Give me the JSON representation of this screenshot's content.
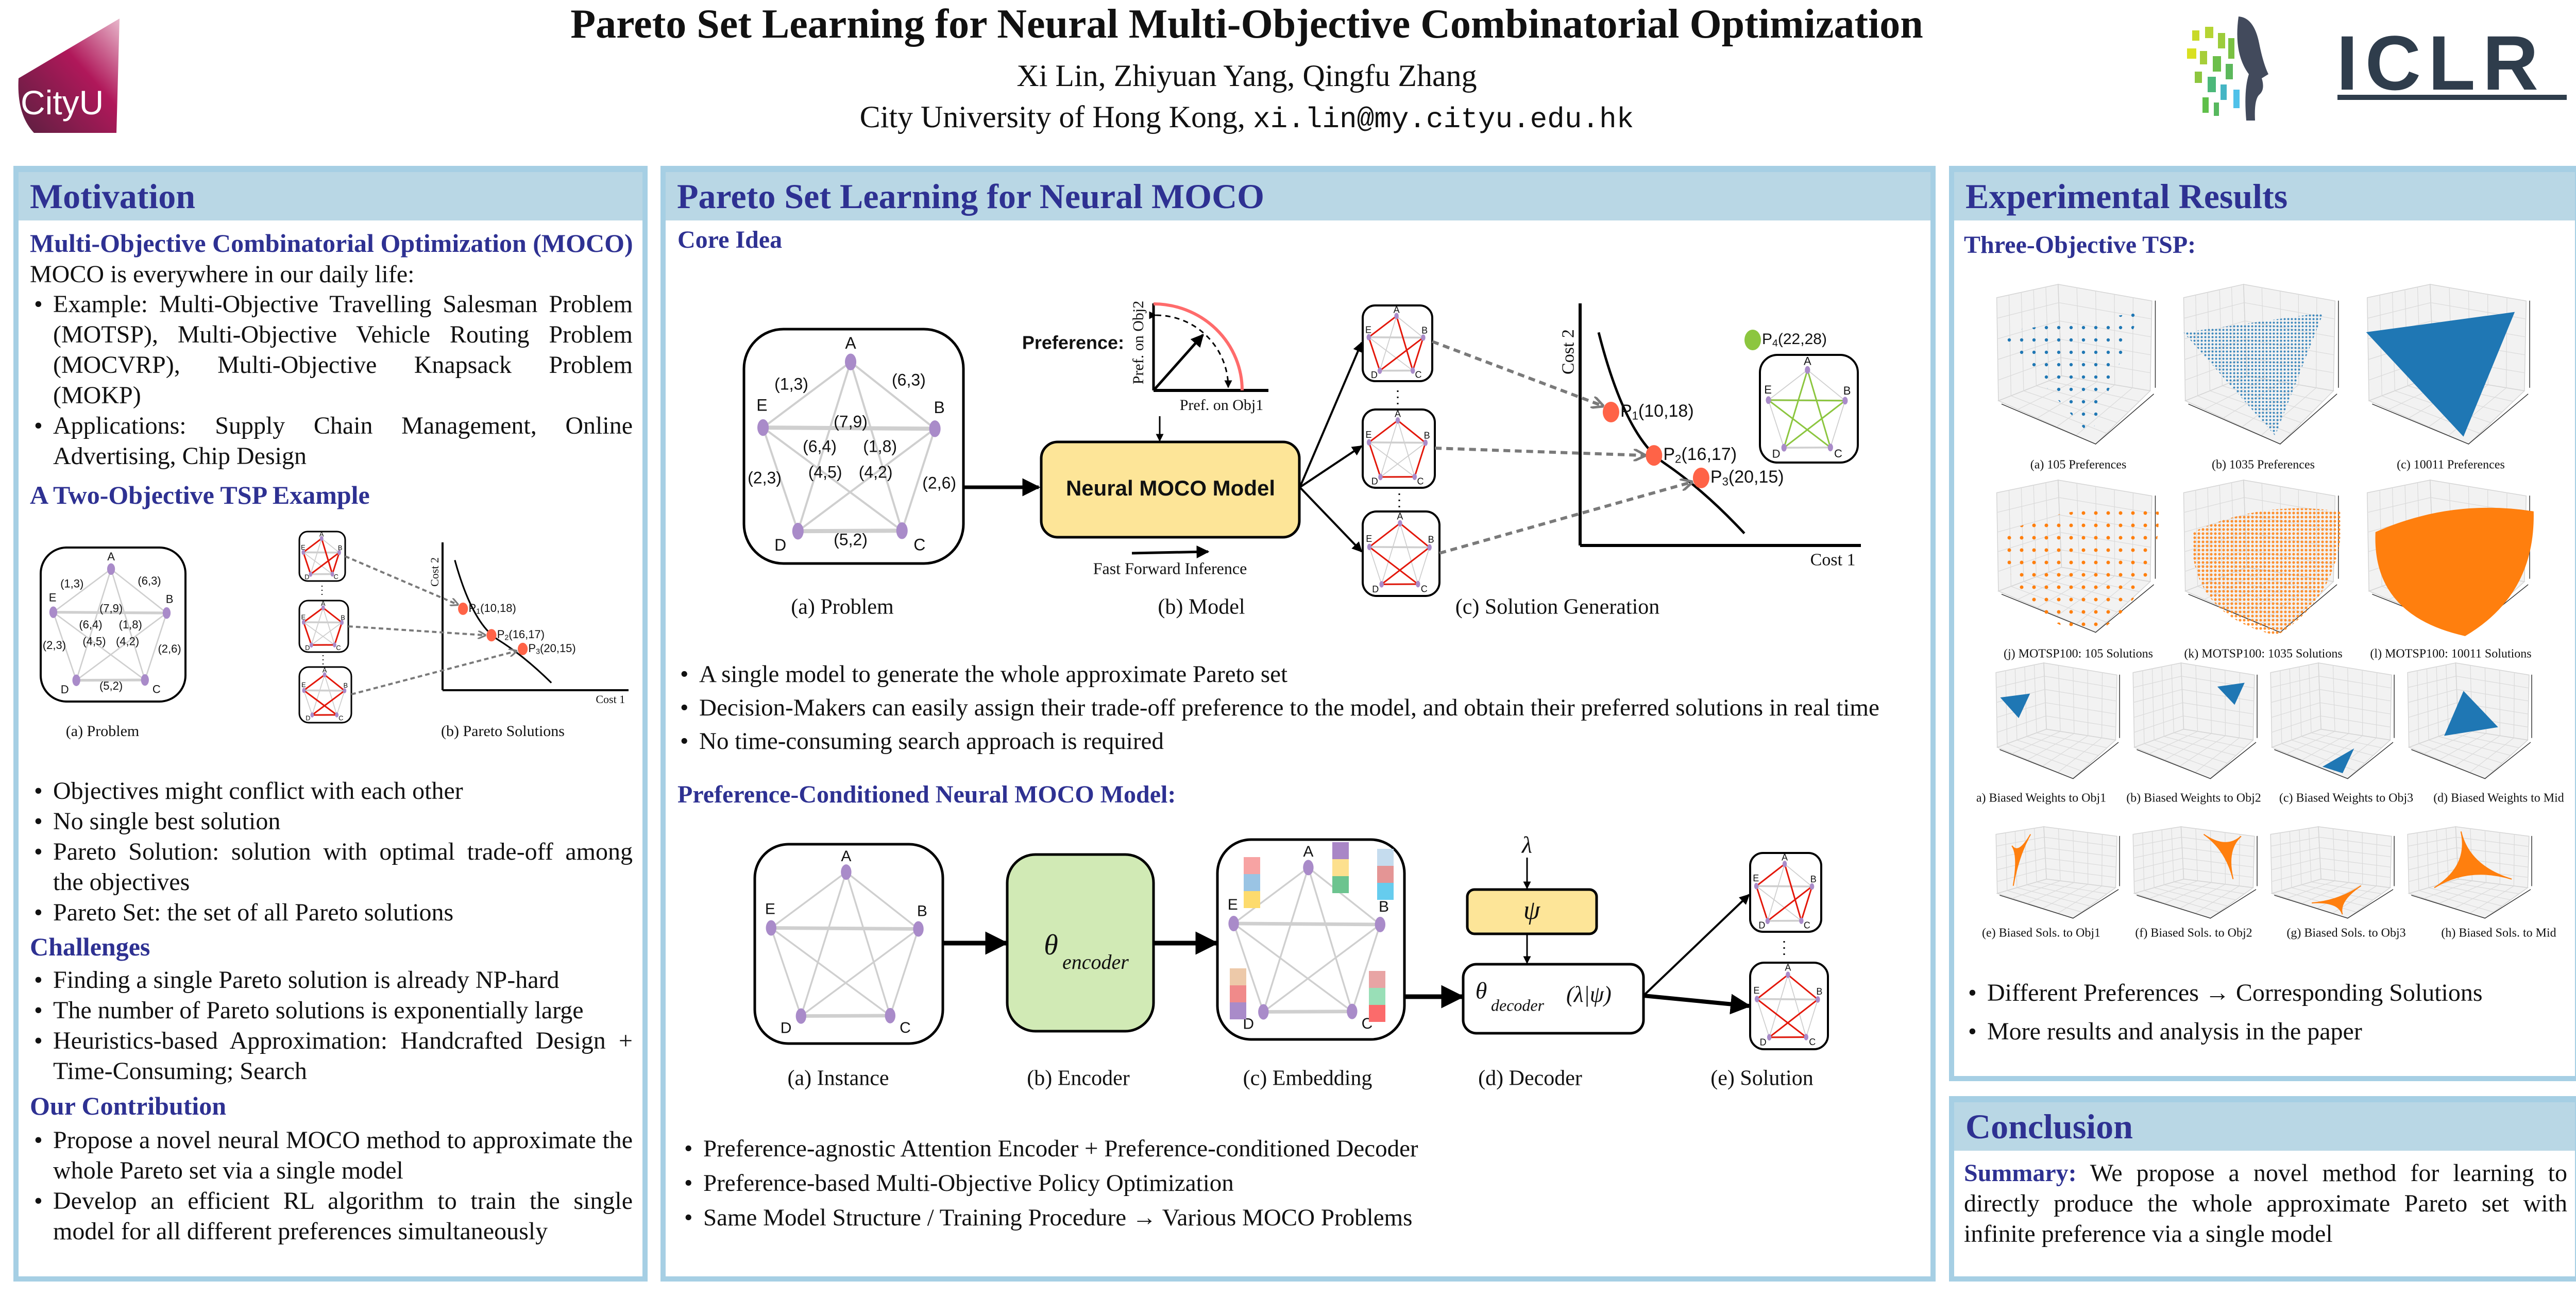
{
  "header": {
    "title": "Pareto Set Learning for Neural Multi-Objective Combinatorial Optimization",
    "authors": "Xi Lin, Zhiyuan Yang, Qingfu Zhang",
    "affiliation": "City University of Hong Kong, ",
    "email": "xi.lin@my.cityu.edu.hk",
    "left_logo": "CityU",
    "right_logo": "ICLR"
  },
  "colors": {
    "heading": "#2e3192",
    "border": "#a6cfe4",
    "band": "#b9d7e5",
    "node": "#a98bc9",
    "tour": "#e3170a",
    "pareto_point": "#ff6347",
    "star_tour": "#8cc63f",
    "model_fill": "#fde598",
    "encoder_fill": "#d1eab5",
    "plot_blue": "#1f77b4",
    "plot_orange": "#ff7f0e"
  },
  "motivation": {
    "title": "Motivation",
    "moco_heading": "Multi-Objective Combinatorial Optimization (MOCO)",
    "moco_intro": "MOCO is everywhere in our daily life:",
    "moco_bullets": [
      "Example: Multi-Objective Travelling Salesman Problem (MOTSP), Multi-Objective Vehicle Routing Problem (MOCVRP), Multi-Objective Knapsack Problem (MOKP)",
      "Applications: Supply Chain Management, Online Advertising, Chip Design"
    ],
    "tsp_heading": "A Two-Objective TSP Example",
    "figure_captions": {
      "problem": "(a) Problem",
      "solutions": "(b) Pareto Solutions"
    },
    "conflict_bullets": [
      "Objectives might conflict with each other",
      "No single best solution",
      "Pareto Solution: solution with optimal trade-off among the objectives",
      "Pareto Set: the set of all Pareto solutions"
    ],
    "challenges_heading": "Challenges",
    "challenges": [
      "Finding a single Pareto solution is already NP-hard",
      "The number of Pareto solutions is exponentially large",
      "Heuristics-based Approximation: Handcrafted Design + Time-Consuming; Search"
    ],
    "contribution_heading": "Our Contribution",
    "contributions": [
      "Propose a novel neural MOCO method to approximate the whole Pareto set via a single model",
      "Develop an efficient RL algorithm to train the single model for all different preferences simultaneously"
    ]
  },
  "tsp": {
    "nodes": [
      "A",
      "B",
      "C",
      "D",
      "E"
    ],
    "edge_labels": [
      {
        "edge": "AE",
        "label": "(1,3)"
      },
      {
        "edge": "AB",
        "label": "(6,3)"
      },
      {
        "edge": "BE",
        "label": "(7,9)"
      },
      {
        "edge": "CE",
        "label": "(6,4)"
      },
      {
        "edge": "BD",
        "label": "(1,8)"
      },
      {
        "edge": "AD",
        "label": "(4,5)"
      },
      {
        "edge": "AC",
        "label": "(4,2)"
      },
      {
        "edge": "DE",
        "label": "(2,3)"
      },
      {
        "edge": "BC",
        "label": "(2,6)"
      },
      {
        "edge": "CD",
        "label": "(5,2)"
      }
    ],
    "pareto_points": [
      {
        "name": "P",
        "sub": "1",
        "coords": "(10,18)"
      },
      {
        "name": "P",
        "sub": "2",
        "coords": "(16,17)"
      },
      {
        "name": "P",
        "sub": "3",
        "coords": "(20,15)"
      }
    ],
    "dominated_point": {
      "name": "P",
      "sub": "4",
      "coords": "(22,28)"
    },
    "x_axis": "Cost 1",
    "y_axis": "Cost 2"
  },
  "method": {
    "title": "Pareto Set Learning for Neural MOCO",
    "core_heading": "Core Idea",
    "preference_label": "Preference:",
    "pref_obj1": "Pref. on Obj1",
    "pref_obj2": "Pref. on Obj2",
    "model_label": "Neural MOCO Model",
    "inference_label": "Fast Forward Inference",
    "core_captions": {
      "problem": "(a) Problem",
      "model": "(b) Model",
      "generation": "(c) Solution Generation"
    },
    "core_bullets": [
      "A single model to generate the whole approximate Pareto set",
      "Decision-Makers can easily assign their trade-off preference to the model, and obtain their preferred solutions in real time",
      "No time-consuming search approach is required"
    ],
    "model_heading": "Preference-Conditioned Neural MOCO Model:",
    "encoder_symbol": "θ",
    "encoder_sub": "encoder",
    "decoder_symbol": "θ",
    "decoder_sub": "decoder",
    "decoder_args": "(λ|ψ)",
    "lambda": "λ",
    "psi": "ψ",
    "model_captions": {
      "instance": "(a) Instance",
      "encoder": "(b) Encoder",
      "embedding": "(c) Embedding",
      "decoder": "(d) Decoder",
      "solution": "(e) Solution"
    },
    "model_bullets": [
      "Preference-agnostic Attention Encoder + Preference-conditioned Decoder",
      "Preference-based Multi-Objective Policy Optimization",
      "Same Model Structure / Training Procedure → Various MOCO Problems"
    ]
  },
  "results": {
    "title": "Experimental Results",
    "heading": "Three-Objective TSP:",
    "plots": [
      {
        "caption": "(a) 105 Preferences",
        "kind": "sparse",
        "shape": "tri",
        "color": "blue"
      },
      {
        "caption": "(b) 1035 Preferences",
        "kind": "dense",
        "shape": "tri",
        "color": "blue"
      },
      {
        "caption": "(c) 10011 Preferences",
        "kind": "solid",
        "shape": "tri",
        "color": "blue"
      },
      {
        "caption": "(j) MOTSP100: 105 Solutions",
        "kind": "sparse",
        "shape": "blob",
        "color": "orange"
      },
      {
        "caption": "(k) MOTSP100: 1035 Solutions",
        "kind": "dense",
        "shape": "blob",
        "color": "orange"
      },
      {
        "caption": "(l) MOTSP100: 10011 Solutions",
        "kind": "solid",
        "shape": "blob",
        "color": "orange"
      },
      {
        "caption": "a) Biased Weights to Obj1",
        "kind": "solid",
        "shape": "w1",
        "color": "blue"
      },
      {
        "caption": "(b) Biased Weights to Obj2",
        "kind": "solid",
        "shape": "w2",
        "color": "blue"
      },
      {
        "caption": "(c) Biased Weights to Obj3",
        "kind": "solid",
        "shape": "w3",
        "color": "blue"
      },
      {
        "caption": "(d) Biased Weights to Mid",
        "kind": "solid",
        "shape": "w4",
        "color": "blue"
      },
      {
        "caption": "(e) Biased Sols. to Obj1",
        "kind": "solid",
        "shape": "s1",
        "color": "orange"
      },
      {
        "caption": "(f) Biased Sols. to Obj2",
        "kind": "solid",
        "shape": "s2",
        "color": "orange"
      },
      {
        "caption": "(g) Biased Sols. to Obj3",
        "kind": "solid",
        "shape": "s3",
        "color": "orange"
      },
      {
        "caption": "(h) Biased Sols. to Mid",
        "kind": "solid",
        "shape": "s4",
        "color": "orange"
      }
    ],
    "bullets": [
      "Different Preferences → Corresponding Solutions",
      "More results and analysis in the paper"
    ]
  },
  "conclusion": {
    "title": "Conclusion",
    "summary_label": "Summary:",
    "summary_text": " We propose a novel method for learning to directly produce the whole approximate Pareto set with infinite preference via a single model"
  }
}
